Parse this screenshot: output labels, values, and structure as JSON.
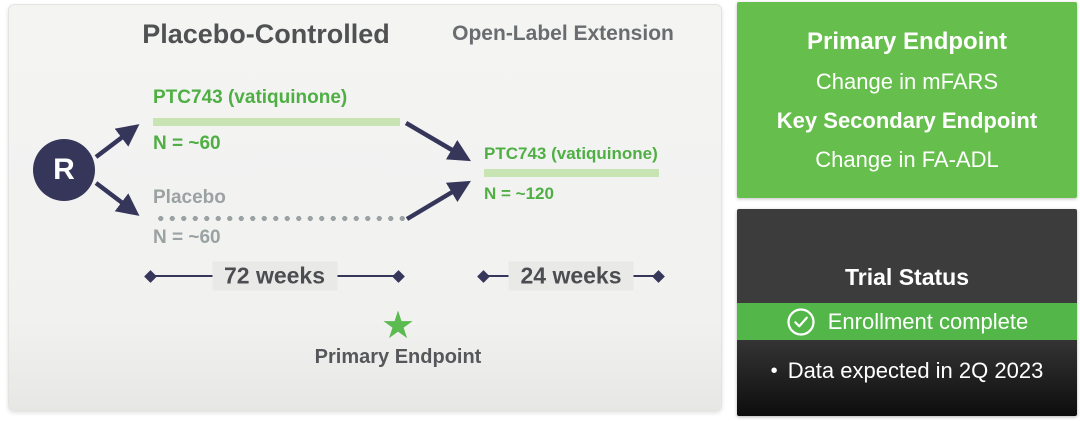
{
  "colors": {
    "navy": "#35365a",
    "text_green": "#4faf44",
    "bar_light_green": "#c9e4b3",
    "panel_green": "#66be4d",
    "band_green": "#53b648",
    "gray_text": "#9ba2a3",
    "dark_panel": "#3c3c3c",
    "left_panel_bg": "#f2f2f1"
  },
  "trial_design": {
    "phase1_title": "Placebo-Controlled",
    "phase2_title": "Open-Label Extension",
    "randomization_label": "R",
    "arms": [
      {
        "label": "PTC743 (vatiquinone)",
        "n": "N = ~60"
      },
      {
        "label": "Placebo",
        "n": "N = ~60"
      }
    ],
    "extension_arm": {
      "label": "PTC743 (vatiquinone)",
      "n": "N = ~120"
    },
    "timeline1_label": "72 weeks",
    "timeline2_label": "24 weeks",
    "star_caption": "Primary Endpoint"
  },
  "icons": {
    "star": "★",
    "check_circle": "check-circle",
    "bullet": "•"
  },
  "endpoints_panel": {
    "primary_label": "Primary Endpoint",
    "primary_value": "Change in mFARS",
    "secondary_label": "Key Secondary Endpoint",
    "secondary_value": "Change in FA-ADL"
  },
  "status_panel": {
    "title": "Trial Status",
    "status": "Enrollment complete",
    "note": "Data expected in 2Q 2023"
  }
}
